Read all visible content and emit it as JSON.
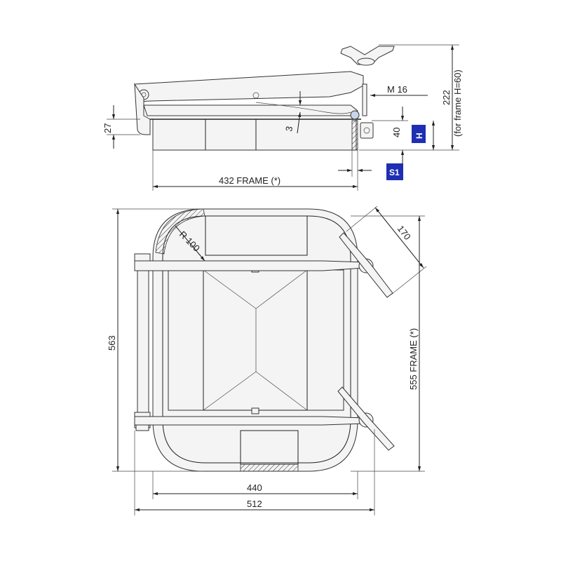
{
  "labels": {
    "m16": "M  16",
    "dim_222": "222",
    "for_frame": "(for frame H=60)",
    "dim_27": "27",
    "dim_3": "3",
    "dim_40": "40",
    "tag_h": "H",
    "tag_s1": "S1",
    "dim_432": "432  FRAME (*)",
    "dim_170": "170",
    "r100": "R 100",
    "dim_563": "563",
    "dim_555": "555 FRAME (*)",
    "dim_440": "440",
    "dim_512": "512"
  },
  "colors": {
    "tag": "#1e2fb3",
    "line": "#222222"
  }
}
